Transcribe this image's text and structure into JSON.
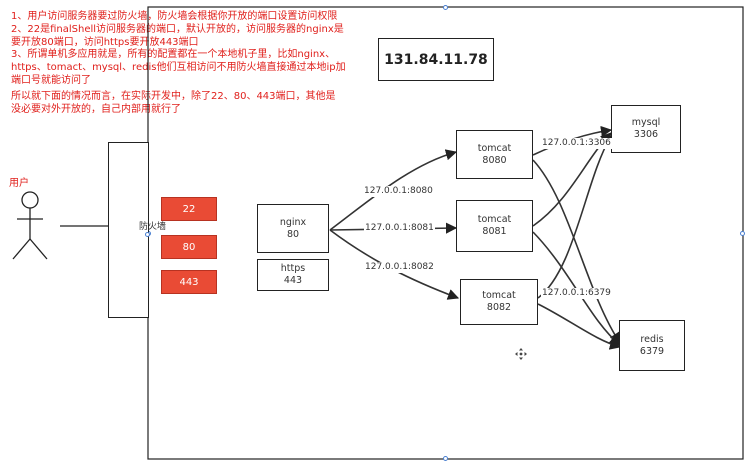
{
  "notes": {
    "line1": "1、用户访问服务器要过防火墙，防火墙会根据你开放的端口设置访问权限",
    "line2a": "2、22是finalShell访问服务器的端口，默认开放的，访问服务器的nginx是",
    "line2b": "要开放80端口，访问https要开放443端口",
    "line3a": "3、所谓单机多应用就是，所有的配置都在一个本地机子里，比如nginx、",
    "line3b": "https、tomact、mysql、redis他们互相访问不用防火墙直接通过本地ip加",
    "line3c": "端口号就能访问了",
    "line4a": "所以就下面的情况而言，在实际开发中，除了22、80、443端口，其他是",
    "line4b": "没必要对外开放的，自己内部用就行了"
  },
  "server_ip": "131.84.11.78",
  "user_label": "用户",
  "firewall": {
    "label": "防火墙",
    "ports": [
      "22",
      "80",
      "443"
    ]
  },
  "nginx": {
    "name": "nginx",
    "port": "80"
  },
  "https": {
    "name": "https",
    "port": "443"
  },
  "tomcats": [
    {
      "name": "tomcat",
      "port": "8080"
    },
    {
      "name": "tomcat",
      "port": "8081"
    },
    {
      "name": "tomcat",
      "port": "8082"
    }
  ],
  "mysql": {
    "name": "mysql",
    "port": "3306"
  },
  "redis": {
    "name": "redis",
    "port": "6379"
  },
  "edges": {
    "to_8080": "127.0.0.1:8080",
    "to_8081": "127.0.0.1:8081",
    "to_8082": "127.0.0.1:8082",
    "to_mysql": "127.0.0.1:3306",
    "to_redis": "127.0.0.1:6379"
  }
}
